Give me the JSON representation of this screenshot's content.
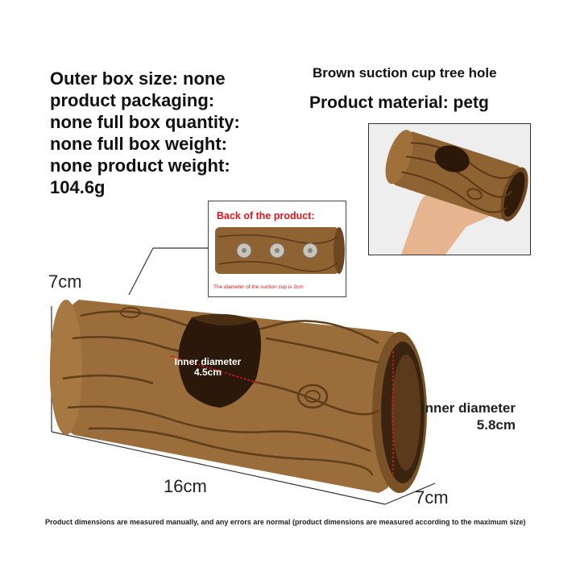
{
  "specs": {
    "lines": [
      "Outer box size: none",
      "product packaging:",
      "none full box quantity:",
      "none full box weight:",
      "none product weight:",
      "104.6g"
    ]
  },
  "product": {
    "title": "Brown suction cup tree hole",
    "material": "Product material: petg"
  },
  "back_panel": {
    "title": "Back of the product:",
    "note": "The diameter of the suction cup is 2cm"
  },
  "dimensions": {
    "height": "7cm",
    "length": "16cm",
    "width": "7cm",
    "hole_label": "Inner diameter",
    "hole_value": "4.5cm",
    "tube_label": "Inner diameter",
    "tube_value": "5.8cm"
  },
  "footer": "Product dimensions are measured manually, and any errors are normal (product dimensions are measured according to the maximum size)",
  "colors": {
    "wood": "#9a6d3a",
    "wood_dark": "#5e3e1b",
    "accent_red": "#e0141a"
  }
}
